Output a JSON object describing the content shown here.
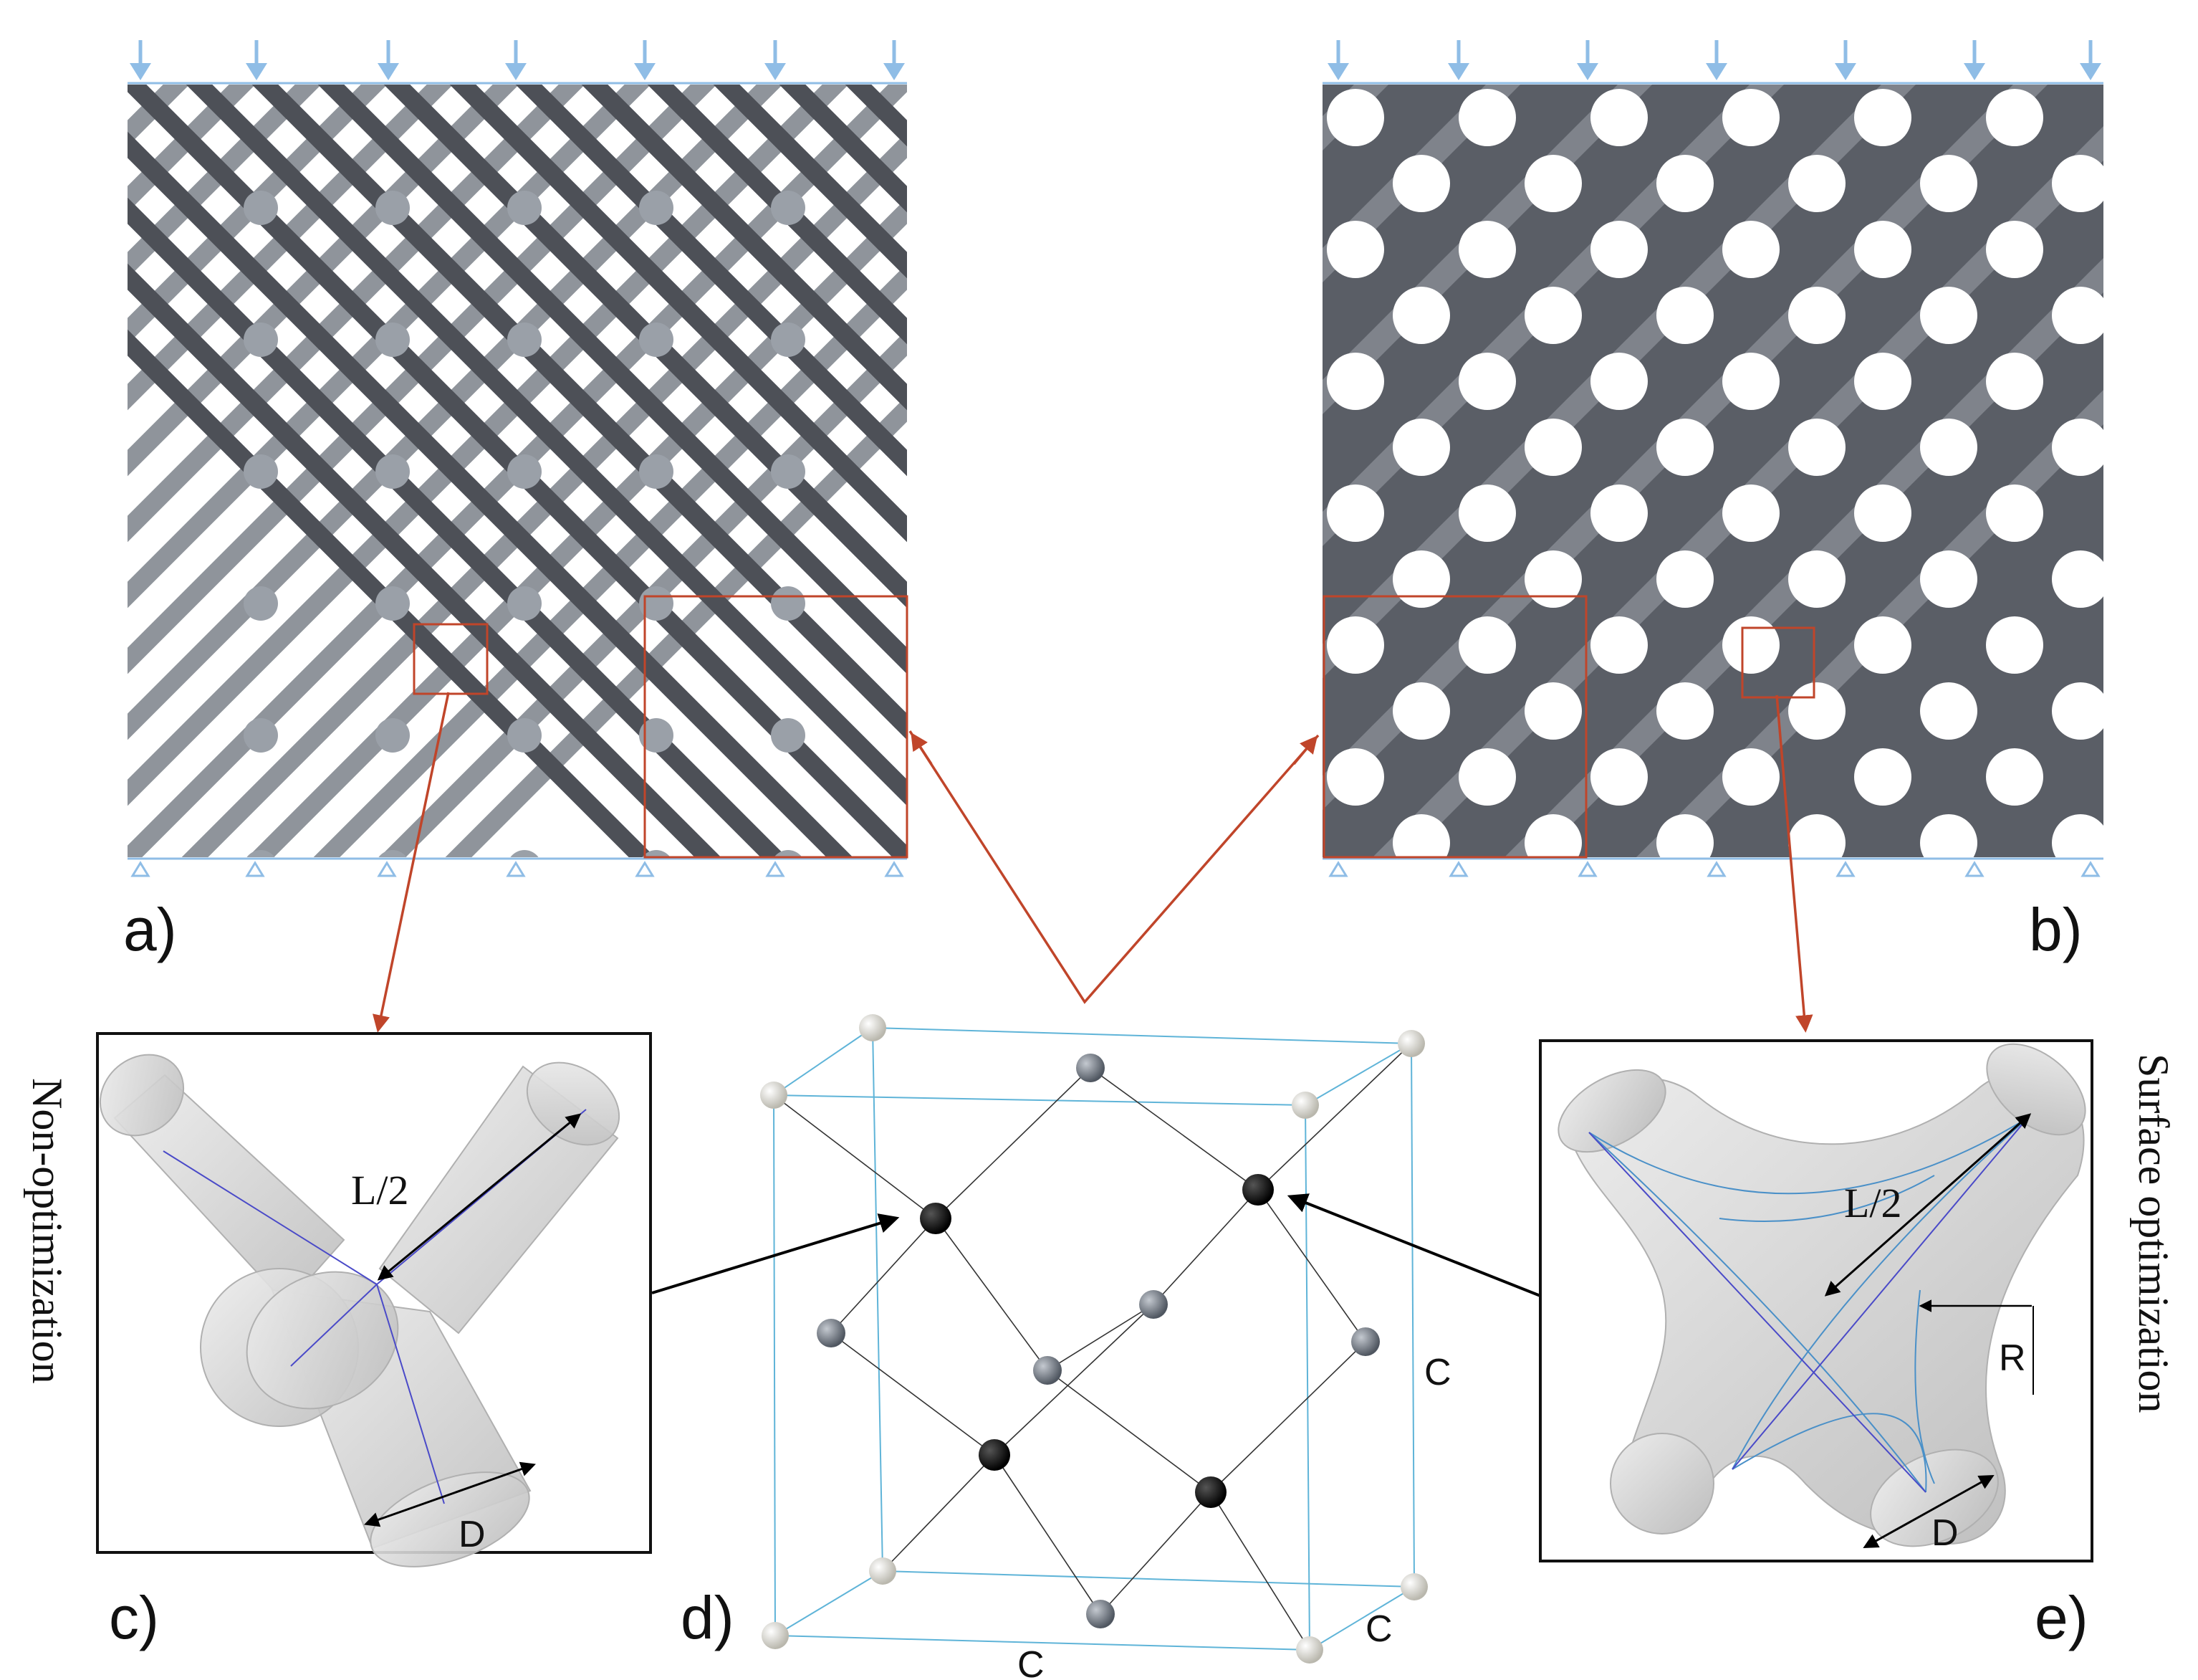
{
  "panels": {
    "a": {
      "label": "a)"
    },
    "b": {
      "label": "b)"
    },
    "c": {
      "label": "c)",
      "side_title": "Non-optimization",
      "length_label": "L/2",
      "diameter_label": "D"
    },
    "d": {
      "label": "d)",
      "cell_edge_labels": [
        "C",
        "C",
        "C"
      ]
    },
    "e": {
      "label": "e)",
      "side_title": "Surface optimization",
      "length_label": "L/2",
      "diameter_label": "D",
      "radius_label": "R"
    }
  },
  "colors": {
    "load_arrow": "#8fbde6",
    "callout_red": "#c0452a",
    "strut_dark": "#4d5057",
    "strut_mid": "#8f949b",
    "node_fill": "#9aa0a8",
    "cell_edge": "#5fb4d8",
    "atom_white": "#e8e6df",
    "atom_grey": "#7d8590",
    "atom_black": "#0c0c0c"
  },
  "icons": {
    "load": "down-arrow-icon",
    "support": "triangle-support-icon"
  }
}
